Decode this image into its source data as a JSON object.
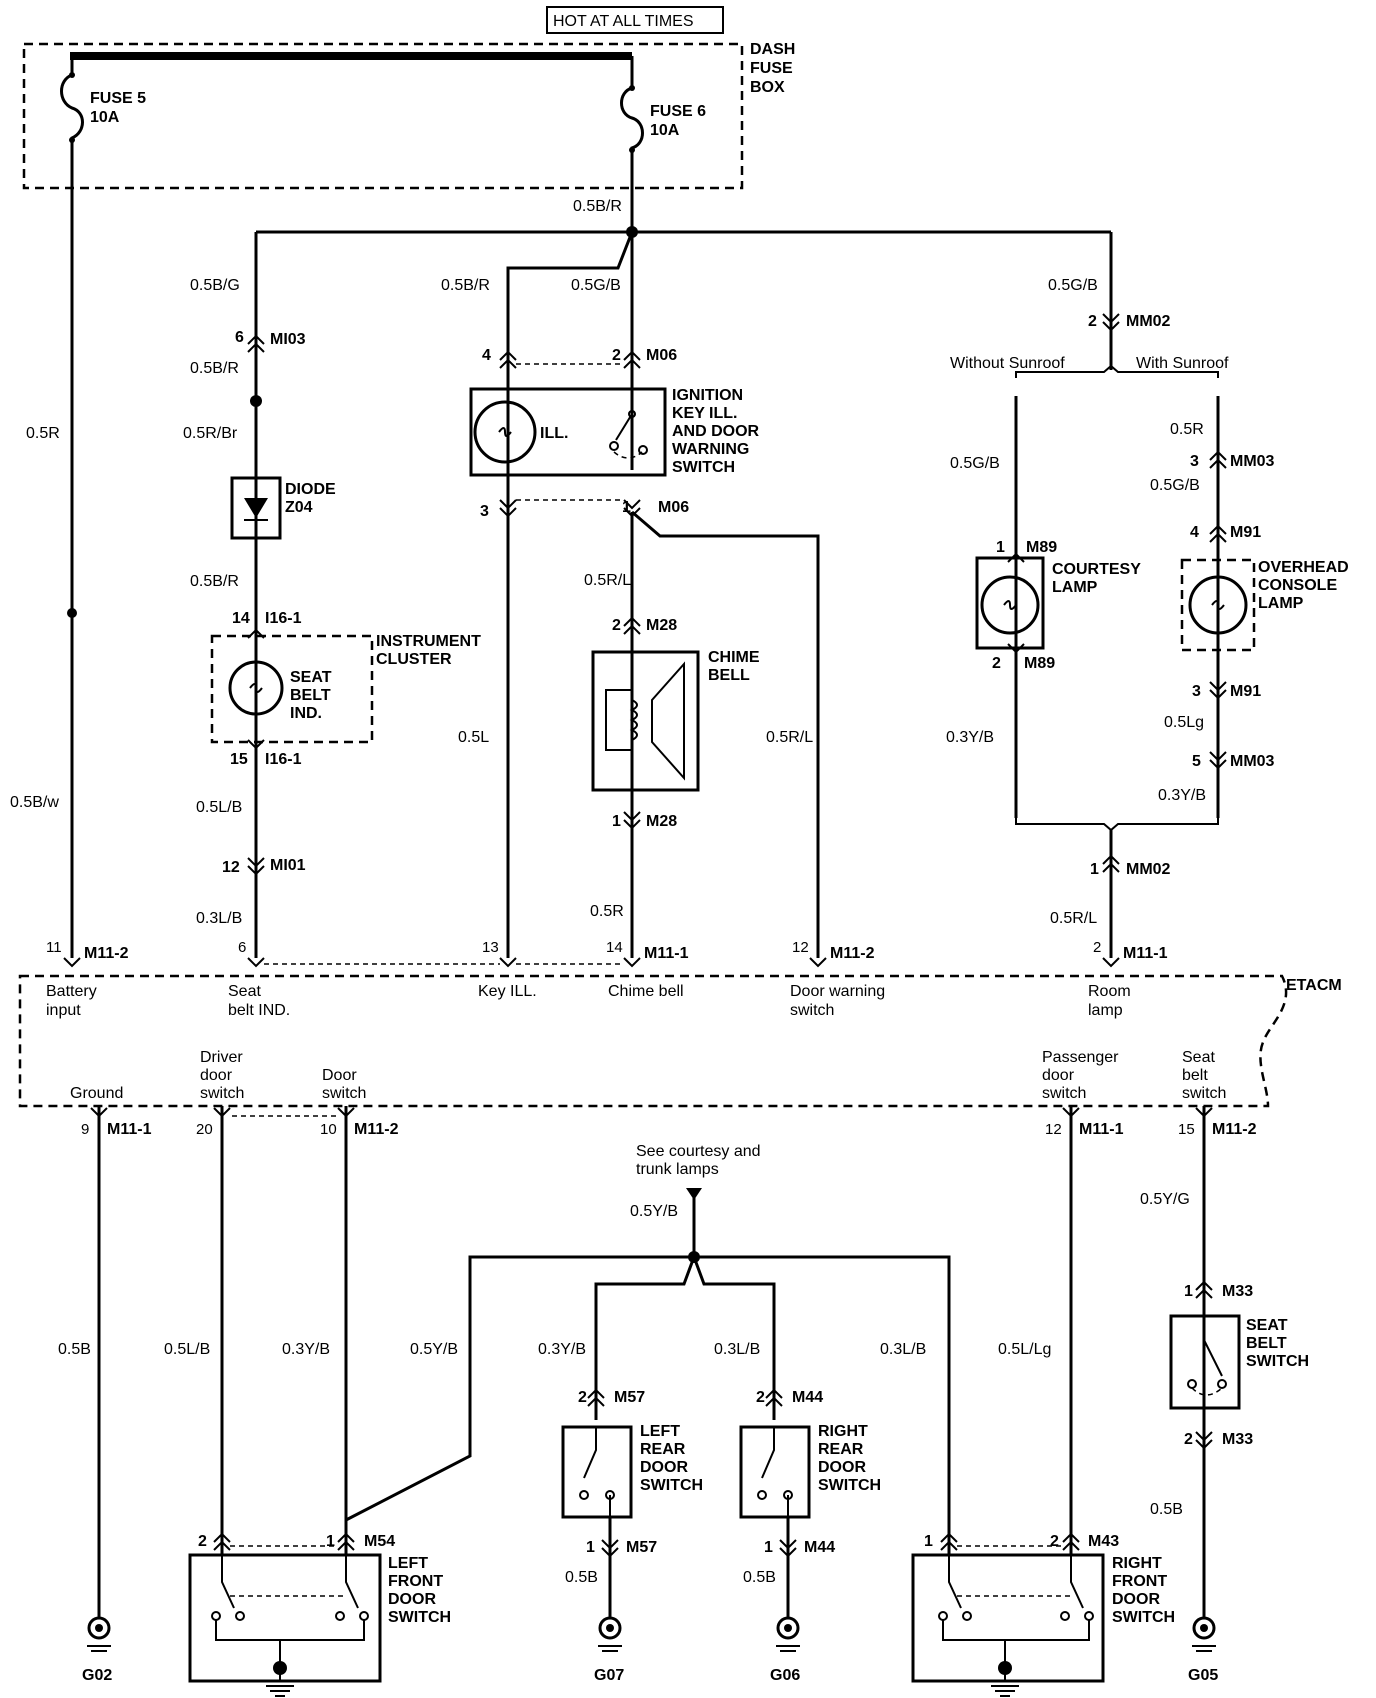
{
  "header": {
    "hot_label": "HOT AT ALL TIMES"
  },
  "fuse_box": {
    "title": [
      "DASH",
      "FUSE",
      "BOX"
    ],
    "fuse5": [
      "FUSE 5",
      "10A"
    ],
    "fuse6": [
      "FUSE 6",
      "10A"
    ]
  },
  "wires": {
    "main": "0.5B/R",
    "fuse5_out": "0.5R",
    "battery_lower": "0.5B/w",
    "seatbelt_in": "0.5B/G",
    "seatbelt_after_mi03": "0.5B/R",
    "diode_in": "0.5R/Br",
    "diode_out": "0.5B/R",
    "cluster_out": "0.5L/B",
    "mi01_out": "0.3L/B",
    "key_in": "0.5B/R",
    "switch_in": "0.5G/B",
    "key_out": "0.5L",
    "chime_in": "0.5R/L",
    "door_warning": "0.5R/L",
    "chime_out": "0.5R",
    "room_in": "0.5G/B",
    "courtesy_in": "0.5G/B",
    "overhead_r": "0.5R",
    "overhead_in": "0.5G/B",
    "courtesy_out": "0.3Y/B",
    "overhead_lg": "0.5Lg",
    "overhead_out": "0.3Y/B",
    "room_out": "0.5R/L",
    "ground": "0.5B",
    "driver_door": "0.5L/B",
    "door_sw": "0.3Y/B",
    "courtesy_bus_left": "0.5Y/B",
    "courtesy_bus": "0.5Y/B",
    "left_rear": "0.3Y/B",
    "right_rear": "0.3L/B",
    "right_front_1": "0.3L/B",
    "passenger": "0.5L/Lg",
    "seat_belt_sw": "0.5Y/G",
    "seat_belt_gnd": "0.5B",
    "lr_gnd": "0.5B",
    "rr_gnd": "0.5B"
  },
  "connectors": {
    "mi03": "MI03",
    "mi03_pin": "6",
    "m06_top": "M06",
    "m06_pin2": "2",
    "m06_pin4": "4",
    "m06_bot": "M06",
    "m06_pin3": "3",
    "m06_pin1": "1",
    "i16_top": "I16-1",
    "i16_top_pin": "14",
    "i16_bot": "I16-1",
    "i16_bot_pin": "15",
    "mi01": "MI01",
    "mi01_pin": "12",
    "m28_top": "M28",
    "m28_top_pin": "2",
    "m28_bot": "M28",
    "m28_bot_pin": "1",
    "mm02_top": "MM02",
    "mm02_top_pin": "2",
    "mm02_bot": "MM02",
    "mm02_bot_pin": "1",
    "mm03_top": "MM03",
    "mm03_top_pin": "3",
    "mm03_bot": "MM03",
    "mm03_bot_pin": "5",
    "m89_top": "M89",
    "m89_top_pin": "1",
    "m89_bot": "M89",
    "m89_bot_pin": "2",
    "m91_top": "M91",
    "m91_top_pin": "4",
    "m91_bot": "M91",
    "m91_bot_pin": "3",
    "m57_top": "M57",
    "m57_top_pin": "2",
    "m57_bot": "M57",
    "m57_bot_pin": "1",
    "m44_top": "M44",
    "m44_top_pin": "2",
    "m44_bot": "M44",
    "m44_bot_pin": "1",
    "m33_top": "M33",
    "m33_top_pin": "1",
    "m33_bot": "M33",
    "m33_bot_pin": "2",
    "m54": "M54",
    "m54_pin1": "1",
    "m54_pin2": "2",
    "m43": "M43",
    "m43_pin2": "2",
    "m43_pin1": "1"
  },
  "components": {
    "diode": [
      "DIODE",
      "Z04"
    ],
    "cluster": [
      "INSTRUMENT",
      "CLUSTER"
    ],
    "seatbelt_ind": [
      "SEAT",
      "BELT",
      "IND."
    ],
    "ignition": [
      "IGNITION",
      "KEY ILL.",
      "AND DOOR",
      "WARNING",
      "SWITCH"
    ],
    "ill": "ILL.",
    "chime": [
      "CHIME",
      "BELL"
    ],
    "courtesy": [
      "COURTESY",
      "LAMP"
    ],
    "overhead": [
      "OVERHEAD",
      "CONSOLE",
      "LAMP"
    ],
    "without_sunroof": "Without Sunroof",
    "with_sunroof": "With Sunroof",
    "left_rear": [
      "LEFT",
      "REAR",
      "DOOR",
      "SWITCH"
    ],
    "right_rear": [
      "RIGHT",
      "REAR",
      "DOOR",
      "SWITCH"
    ],
    "left_front": [
      "LEFT",
      "FRONT",
      "DOOR",
      "SWITCH"
    ],
    "right_front": [
      "RIGHT",
      "FRONT",
      "DOOR",
      "SWITCH"
    ],
    "seat_belt_switch": [
      "SEAT",
      "BELT",
      "SWITCH"
    ],
    "see_courtesy": [
      "See courtesy and",
      "trunk lamps"
    ]
  },
  "etacm": {
    "title": "ETACM",
    "top": [
      {
        "pin": "11",
        "conn": "M11-2",
        "label": [
          "Battery",
          "input"
        ]
      },
      {
        "pin": "6",
        "conn": "",
        "label": [
          "Seat",
          "belt IND."
        ]
      },
      {
        "pin": "13",
        "conn": "",
        "label": [
          "Key ILL."
        ]
      },
      {
        "pin": "14",
        "conn": "M11-1",
        "label": [
          "Chime bell"
        ]
      },
      {
        "pin": "12",
        "conn": "M11-2",
        "label": [
          "Door warning",
          "switch"
        ]
      },
      {
        "pin": "2",
        "conn": "M11-1",
        "label": [
          "Room",
          "lamp"
        ]
      }
    ],
    "bottom": [
      {
        "pin": "9",
        "conn": "M11-1",
        "label": [
          "Ground"
        ]
      },
      {
        "pin": "20",
        "conn": "",
        "label": [
          "Driver",
          "door",
          "switch"
        ]
      },
      {
        "pin": "10",
        "conn": "M11-2",
        "label": [
          "Door",
          "switch"
        ]
      },
      {
        "pin": "12",
        "conn": "M11-1",
        "label": [
          "Passenger",
          "door",
          "switch"
        ]
      },
      {
        "pin": "15",
        "conn": "M11-2",
        "label": [
          "Seat",
          "belt",
          "switch"
        ]
      }
    ]
  },
  "grounds": {
    "g02": "G02",
    "g07": "G07",
    "g06": "G06",
    "g05": "G05"
  }
}
